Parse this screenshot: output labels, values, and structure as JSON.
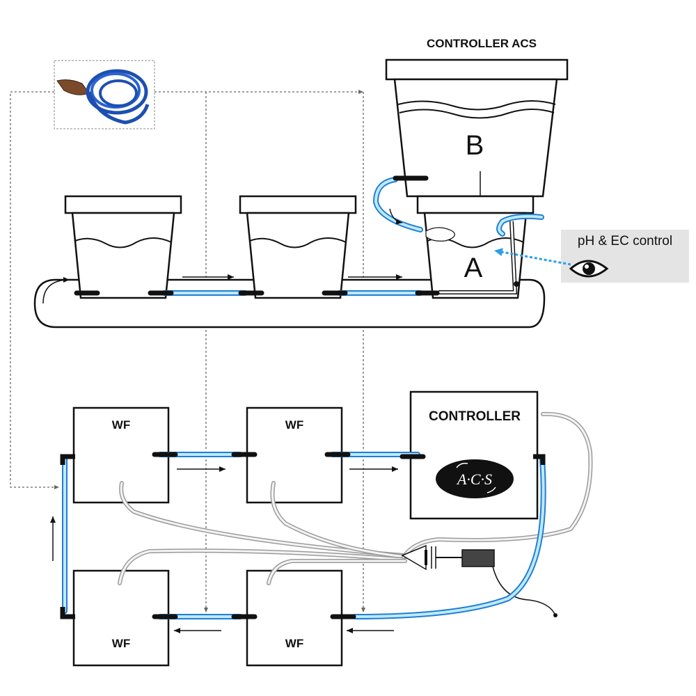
{
  "title": "CONTROLLER ACS",
  "reservoir_b_label": "B",
  "reservoir_a_label": "A",
  "ph_ec_label": "pH & EC control",
  "wf_label": "WF",
  "controller_label": "CONTROLLER",
  "acs_logo_text": "A·C·S",
  "colors": {
    "water_line": "#1f7fd0",
    "water_highlight": "#bfe9ff",
    "air_line": "#9a9a9a",
    "ph_arrow": "#2aa0e8",
    "ph_box_bg": "#e4e4e4"
  }
}
